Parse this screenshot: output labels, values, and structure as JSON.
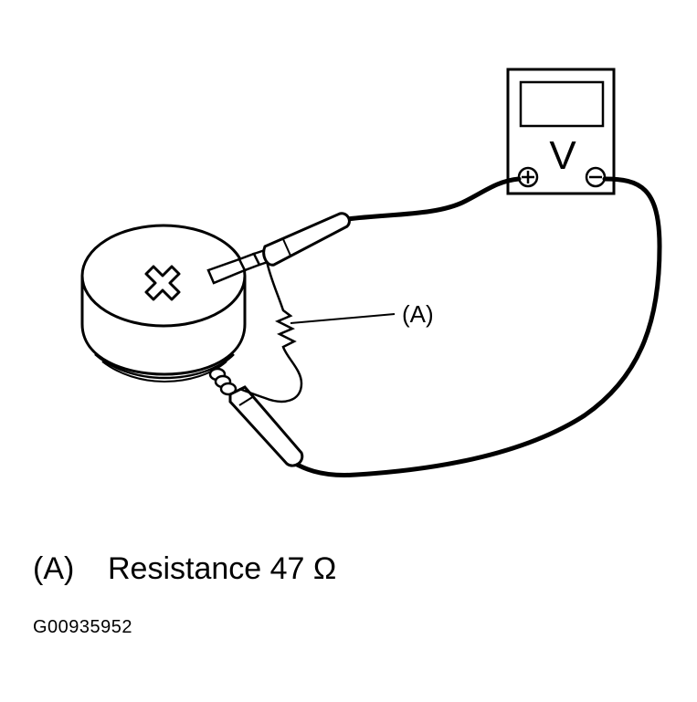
{
  "diagram": {
    "meter_label": "V",
    "meter_plus": "+",
    "meter_minus": "−",
    "callout_label": "(A)",
    "sensor_symbol": "✕"
  },
  "legend": {
    "key": "(A)",
    "text": "Resistance 47 Ω"
  },
  "figure_id": "G00935952"
}
